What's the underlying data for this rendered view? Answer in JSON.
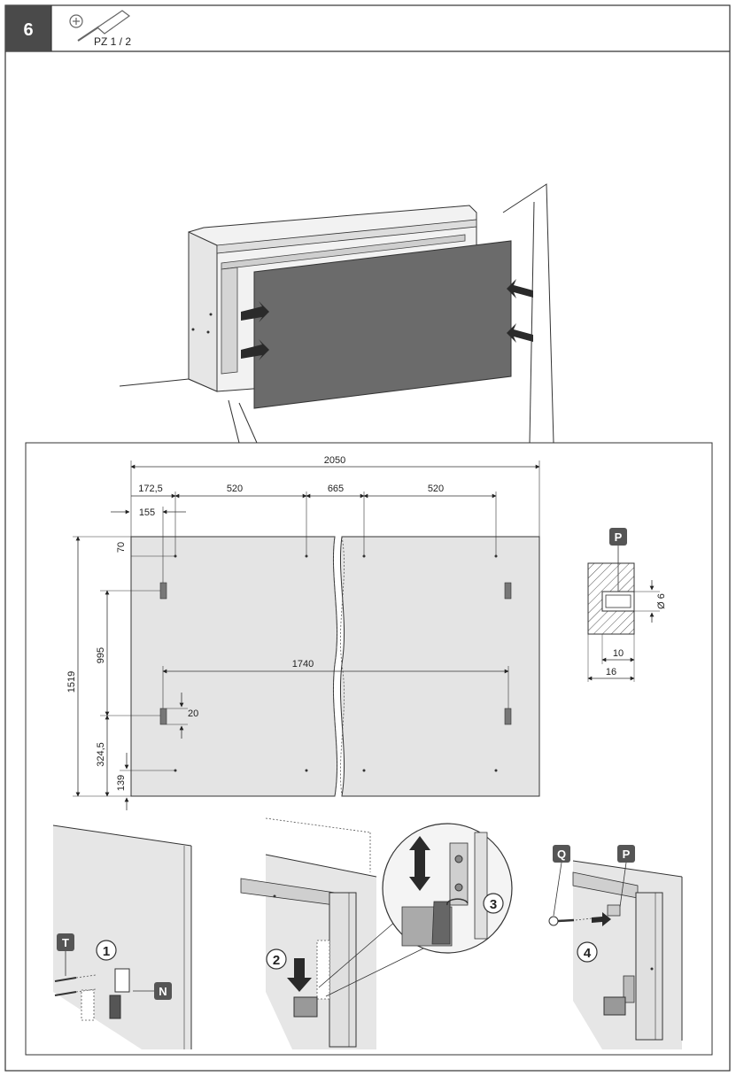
{
  "step": {
    "number": "6",
    "tool_label": "PZ 1 / 2",
    "tool_icon": "phillips-screwdriver-icon"
  },
  "colors": {
    "step_box": "#4a4a4a",
    "panel_fill": "#e4e4e4",
    "door_fill": "#6b6b6b",
    "arrow": "#2a2a2a",
    "text": "#222222"
  },
  "dimensions": {
    "total_width": "2050",
    "offset_left": "172,5",
    "spacing_a": "520",
    "spacing_gap": "665",
    "spacing_b": "520",
    "offset_small": "155",
    "top_offset": "70",
    "bracket_span": "1740",
    "vertical_spacing": "995",
    "bracket_height": "20",
    "total_height": "1519",
    "bottom_offset_a": "324,5",
    "bottom_offset_b": "139"
  },
  "detail": {
    "label": "P",
    "diameter": "Ø 6",
    "depth_inner": "10",
    "depth_outer": "16"
  },
  "substeps": {
    "one": "1",
    "two": "2",
    "three": "3",
    "four": "4"
  },
  "part_labels": {
    "t": "T",
    "n": "N",
    "q": "Q",
    "p": "P"
  }
}
